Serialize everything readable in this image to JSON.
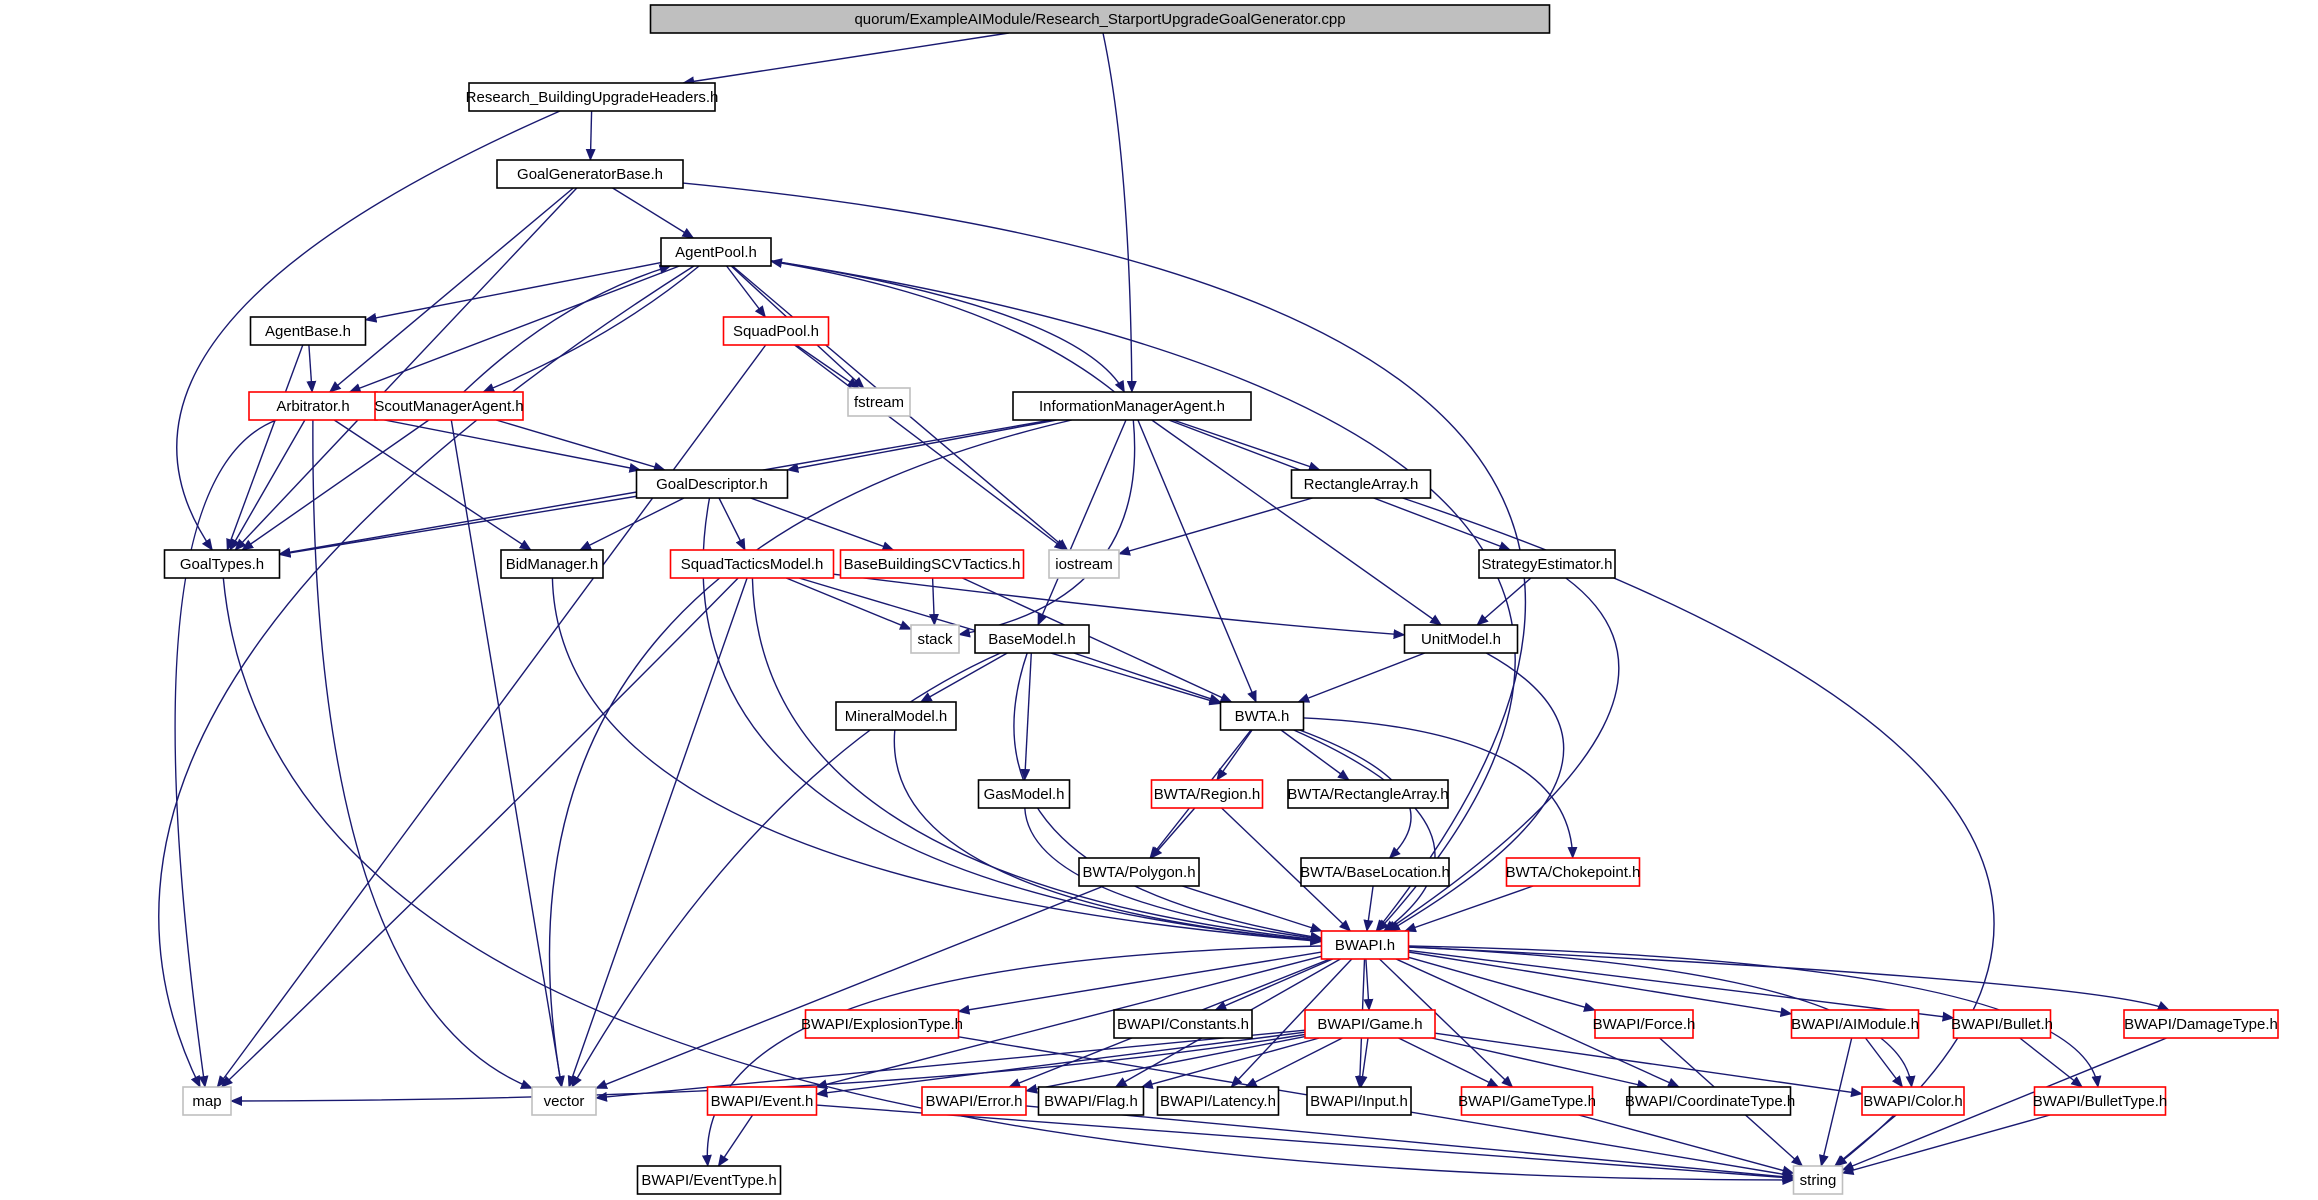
{
  "colors": {
    "edge": "#191970",
    "border_normal": "#000000",
    "border_incomplete": "#ff0000",
    "border_external": "#bfbfbf",
    "root_fill": "#bfbfbf",
    "node_fill": "#ffffff"
  },
  "nodes": [
    {
      "id": "root",
      "label": "quorum/ExampleAIModule/Research_StarportUpgradeGoalGenerator.cpp",
      "kind": "root"
    },
    {
      "id": "research_bu",
      "label": "Research_BuildingUpgradeHeaders.h",
      "kind": "normal"
    },
    {
      "id": "goalgenbase",
      "label": "GoalGeneratorBase.h",
      "kind": "normal"
    },
    {
      "id": "agentpool",
      "label": "AgentPool.h",
      "kind": "normal"
    },
    {
      "id": "agentbase",
      "label": "AgentBase.h",
      "kind": "normal"
    },
    {
      "id": "squadpool",
      "label": "SquadPool.h",
      "kind": "incomplete"
    },
    {
      "id": "fstream",
      "label": "fstream",
      "kind": "external"
    },
    {
      "id": "infomgr",
      "label": "InformationManagerAgent.h",
      "kind": "normal"
    },
    {
      "id": "arbitrator",
      "label": "Arbitrator.h",
      "kind": "incomplete"
    },
    {
      "id": "scoutmgr",
      "label": "ScoutManagerAgent.h",
      "kind": "incomplete"
    },
    {
      "id": "goaldesc",
      "label": "GoalDescriptor.h",
      "kind": "normal"
    },
    {
      "id": "rectarray",
      "label": "RectangleArray.h",
      "kind": "normal"
    },
    {
      "id": "goaltypes",
      "label": "GoalTypes.h",
      "kind": "normal"
    },
    {
      "id": "bidmgr",
      "label": "BidManager.h",
      "kind": "normal"
    },
    {
      "id": "squadtactics",
      "label": "SquadTacticsModel.h",
      "kind": "incomplete"
    },
    {
      "id": "basebuilding",
      "label": "BaseBuildingSCVTactics.h",
      "kind": "incomplete"
    },
    {
      "id": "iostream",
      "label": "iostream",
      "kind": "external"
    },
    {
      "id": "strategy",
      "label": "StrategyEstimator.h",
      "kind": "normal"
    },
    {
      "id": "stack",
      "label": "stack",
      "kind": "external"
    },
    {
      "id": "basemodel",
      "label": "BaseModel.h",
      "kind": "normal"
    },
    {
      "id": "unitmodel",
      "label": "UnitModel.h",
      "kind": "normal"
    },
    {
      "id": "mineral",
      "label": "MineralModel.h",
      "kind": "normal"
    },
    {
      "id": "bwta",
      "label": "BWTA.h",
      "kind": "normal"
    },
    {
      "id": "gasmodel",
      "label": "GasModel.h",
      "kind": "normal"
    },
    {
      "id": "bwta_region",
      "label": "BWTA/Region.h",
      "kind": "incomplete"
    },
    {
      "id": "bwta_rect",
      "label": "BWTA/RectangleArray.h",
      "kind": "normal"
    },
    {
      "id": "bwta_polygon",
      "label": "BWTA/Polygon.h",
      "kind": "normal"
    },
    {
      "id": "bwta_baseloc",
      "label": "BWTA/BaseLocation.h",
      "kind": "normal"
    },
    {
      "id": "bwta_choke",
      "label": "BWTA/Chokepoint.h",
      "kind": "incomplete"
    },
    {
      "id": "bwapi",
      "label": "BWAPI.h",
      "kind": "incomplete"
    },
    {
      "id": "explosion",
      "label": "BWAPI/ExplosionType.h",
      "kind": "incomplete"
    },
    {
      "id": "constants",
      "label": "BWAPI/Constants.h",
      "kind": "normal"
    },
    {
      "id": "game",
      "label": "BWAPI/Game.h",
      "kind": "incomplete"
    },
    {
      "id": "force",
      "label": "BWAPI/Force.h",
      "kind": "incomplete"
    },
    {
      "id": "aimodule",
      "label": "BWAPI/AIModule.h",
      "kind": "incomplete"
    },
    {
      "id": "bullet",
      "label": "BWAPI/Bullet.h",
      "kind": "incomplete"
    },
    {
      "id": "damagetype",
      "label": "BWAPI/DamageType.h",
      "kind": "incomplete"
    },
    {
      "id": "map",
      "label": "map",
      "kind": "external"
    },
    {
      "id": "vector",
      "label": "vector",
      "kind": "external"
    },
    {
      "id": "event",
      "label": "BWAPI/Event.h",
      "kind": "incomplete"
    },
    {
      "id": "error",
      "label": "BWAPI/Error.h",
      "kind": "incomplete"
    },
    {
      "id": "flag",
      "label": "BWAPI/Flag.h",
      "kind": "normal"
    },
    {
      "id": "latency",
      "label": "BWAPI/Latency.h",
      "kind": "normal"
    },
    {
      "id": "input",
      "label": "BWAPI/Input.h",
      "kind": "normal"
    },
    {
      "id": "gametype",
      "label": "BWAPI/GameType.h",
      "kind": "incomplete"
    },
    {
      "id": "coordtype",
      "label": "BWAPI/CoordinateType.h",
      "kind": "normal"
    },
    {
      "id": "color",
      "label": "BWAPI/Color.h",
      "kind": "incomplete"
    },
    {
      "id": "bullettype",
      "label": "BWAPI/BulletType.h",
      "kind": "incomplete"
    },
    {
      "id": "eventtype",
      "label": "BWAPI/EventType.h",
      "kind": "normal"
    },
    {
      "id": "string",
      "label": "string",
      "kind": "external"
    }
  ],
  "edges": [
    [
      "root",
      "research_bu"
    ],
    [
      "root",
      "infomgr"
    ],
    [
      "research_bu",
      "goalgenbase"
    ],
    [
      "research_bu",
      "goaltypes"
    ],
    [
      "goalgenbase",
      "agentpool"
    ],
    [
      "goalgenbase",
      "arbitrator"
    ],
    [
      "goalgenbase",
      "goaltypes"
    ],
    [
      "goalgenbase",
      "bwapi"
    ],
    [
      "agentpool",
      "agentbase"
    ],
    [
      "agentpool",
      "squadpool"
    ],
    [
      "agentpool",
      "fstream"
    ],
    [
      "agentpool",
      "infomgr"
    ],
    [
      "agentpool",
      "arbitrator"
    ],
    [
      "agentpool",
      "scoutmgr"
    ],
    [
      "agentpool",
      "iostream"
    ],
    [
      "agentpool",
      "map"
    ],
    [
      "agentpool",
      "bwapi"
    ],
    [
      "agentbase",
      "arbitrator"
    ],
    [
      "agentbase",
      "goaltypes"
    ],
    [
      "squadpool",
      "fstream"
    ],
    [
      "squadpool",
      "iostream"
    ],
    [
      "squadpool",
      "map"
    ],
    [
      "infomgr",
      "agentpool"
    ],
    [
      "infomgr",
      "goaldesc"
    ],
    [
      "infomgr",
      "rectarray"
    ],
    [
      "infomgr",
      "strategy"
    ],
    [
      "infomgr",
      "stack"
    ],
    [
      "infomgr",
      "basemodel"
    ],
    [
      "infomgr",
      "unitmodel"
    ],
    [
      "infomgr",
      "bwta"
    ],
    [
      "infomgr",
      "goaltypes"
    ],
    [
      "infomgr",
      "vector"
    ],
    [
      "arbitrator",
      "goaldesc"
    ],
    [
      "arbitrator",
      "goaltypes"
    ],
    [
      "arbitrator",
      "bidmgr"
    ],
    [
      "arbitrator",
      "map"
    ],
    [
      "arbitrator",
      "vector"
    ],
    [
      "scoutmgr",
      "agentpool"
    ],
    [
      "scoutmgr",
      "goaldesc"
    ],
    [
      "scoutmgr",
      "goaltypes"
    ],
    [
      "scoutmgr",
      "vector"
    ],
    [
      "goaldesc",
      "goaltypes"
    ],
    [
      "goaldesc",
      "bidmgr"
    ],
    [
      "goaldesc",
      "squadtactics"
    ],
    [
      "goaldesc",
      "basebuilding"
    ],
    [
      "goaldesc",
      "bwapi"
    ],
    [
      "rectarray",
      "iostream"
    ],
    [
      "rectarray",
      "string"
    ],
    [
      "goaltypes",
      "string"
    ],
    [
      "bidmgr",
      "bwapi"
    ],
    [
      "squadtactics",
      "stack"
    ],
    [
      "squadtactics",
      "unitmodel"
    ],
    [
      "squadtactics",
      "bwta"
    ],
    [
      "squadtactics",
      "bwapi"
    ],
    [
      "squadtactics",
      "map"
    ],
    [
      "squadtactics",
      "vector"
    ],
    [
      "basebuilding",
      "stack"
    ],
    [
      "basebuilding",
      "bwta"
    ],
    [
      "strategy",
      "unitmodel"
    ],
    [
      "strategy",
      "bwapi"
    ],
    [
      "basemodel",
      "mineral"
    ],
    [
      "basemodel",
      "gasmodel"
    ],
    [
      "basemodel",
      "bwta"
    ],
    [
      "basemodel",
      "bwapi"
    ],
    [
      "basemodel",
      "vector"
    ],
    [
      "unitmodel",
      "bwta"
    ],
    [
      "unitmodel",
      "bwapi"
    ],
    [
      "mineral",
      "bwapi"
    ],
    [
      "gasmodel",
      "bwapi"
    ],
    [
      "bwta",
      "bwta_region"
    ],
    [
      "bwta",
      "bwta_rect"
    ],
    [
      "bwta",
      "bwta_polygon"
    ],
    [
      "bwta",
      "bwta_baseloc"
    ],
    [
      "bwta",
      "bwta_choke"
    ],
    [
      "bwta",
      "bwapi"
    ],
    [
      "bwta_region",
      "bwta_polygon"
    ],
    [
      "bwta_region",
      "bwapi"
    ],
    [
      "bwta_polygon",
      "bwapi"
    ],
    [
      "bwta_polygon",
      "vector"
    ],
    [
      "bwta_baseloc",
      "bwapi"
    ],
    [
      "bwta_choke",
      "bwapi"
    ],
    [
      "bwapi",
      "explosion"
    ],
    [
      "bwapi",
      "constants"
    ],
    [
      "bwapi",
      "game"
    ],
    [
      "bwapi",
      "force"
    ],
    [
      "bwapi",
      "aimodule"
    ],
    [
      "bwapi",
      "bullet"
    ],
    [
      "bwapi",
      "damagetype"
    ],
    [
      "bwapi",
      "event"
    ],
    [
      "bwapi",
      "error"
    ],
    [
      "bwapi",
      "flag"
    ],
    [
      "bwapi",
      "latency"
    ],
    [
      "bwapi",
      "input"
    ],
    [
      "bwapi",
      "gametype"
    ],
    [
      "bwapi",
      "coordtype"
    ],
    [
      "bwapi",
      "color"
    ],
    [
      "bwapi",
      "bullettype"
    ],
    [
      "bwapi",
      "eventtype"
    ],
    [
      "explosion",
      "string"
    ],
    [
      "game",
      "map"
    ],
    [
      "game",
      "vector"
    ],
    [
      "game",
      "event"
    ],
    [
      "game",
      "error"
    ],
    [
      "game",
      "flag"
    ],
    [
      "game",
      "latency"
    ],
    [
      "game",
      "input"
    ],
    [
      "game",
      "gametype"
    ],
    [
      "game",
      "coordtype"
    ],
    [
      "game",
      "color"
    ],
    [
      "force",
      "string"
    ],
    [
      "aimodule",
      "color"
    ],
    [
      "aimodule",
      "string"
    ],
    [
      "bullet",
      "bullettype"
    ],
    [
      "damagetype",
      "string"
    ],
    [
      "event",
      "eventtype"
    ],
    [
      "event",
      "string"
    ],
    [
      "error",
      "string"
    ],
    [
      "gametype",
      "string"
    ],
    [
      "color",
      "string"
    ],
    [
      "bullettype",
      "string"
    ]
  ]
}
